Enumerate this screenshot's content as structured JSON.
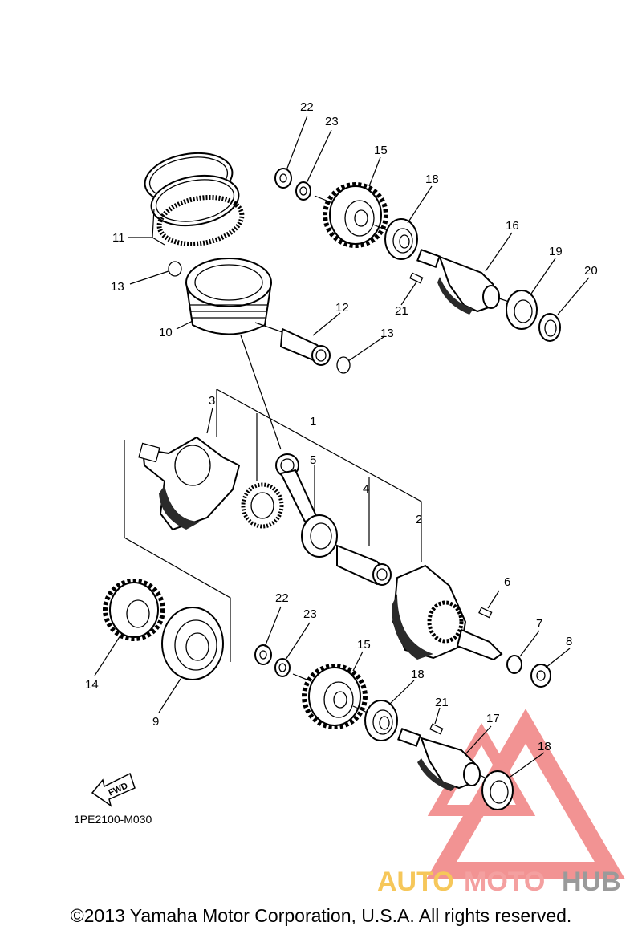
{
  "diagram_code": "1PE2100-M030",
  "fwd_label": "FWD",
  "copyright": "©2013 Yamaha Motor Corporation, U.S.A. All rights reserved.",
  "watermark": {
    "part1": "AUTO",
    "part2": "MOTO",
    "part3": "HUB",
    "color1": "#f6c75a",
    "color2": "#f4a0a0",
    "color3": "#9a9a9a",
    "triangle_color": "#ee6f6f"
  },
  "callouts": [
    "22",
    "23",
    "15",
    "18",
    "11",
    "16",
    "13",
    "19",
    "20",
    "12",
    "21",
    "10",
    "13",
    "3",
    "1",
    "5",
    "4",
    "2",
    "6",
    "22",
    "23",
    "7",
    "8",
    "14",
    "15",
    "18",
    "9",
    "21",
    "17",
    "18"
  ]
}
